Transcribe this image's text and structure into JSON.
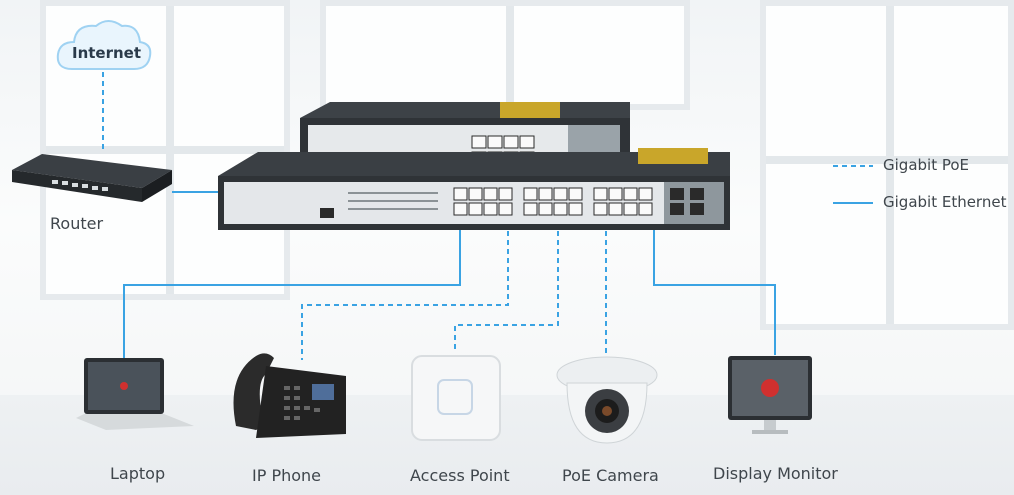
{
  "title": "",
  "cloud_label": "Internet",
  "router_label": "Router",
  "legend": {
    "poe_label": "Gigabit PoE",
    "ethernet_label": "Gigabit Ethernet"
  },
  "devices": [
    {
      "label": "Laptop"
    },
    {
      "label": "IP Phone"
    },
    {
      "label": "Access Point"
    },
    {
      "label": "PoE Camera"
    },
    {
      "label": "Display Monitor"
    }
  ],
  "colors": {
    "poe_line": "#3aa3e3",
    "ethernet_line": "#3aa3e3",
    "cloud_fill": "#e9f5fd",
    "cloud_stroke": "#9fd2f2",
    "switch_body": "#2f3337",
    "label_text": "#3f464c"
  },
  "icons": [
    "cloud-icon",
    "router-icon",
    "switch-icon",
    "laptop-icon",
    "ip-phone-icon",
    "access-point-icon",
    "poe-camera-icon",
    "display-monitor-icon"
  ]
}
